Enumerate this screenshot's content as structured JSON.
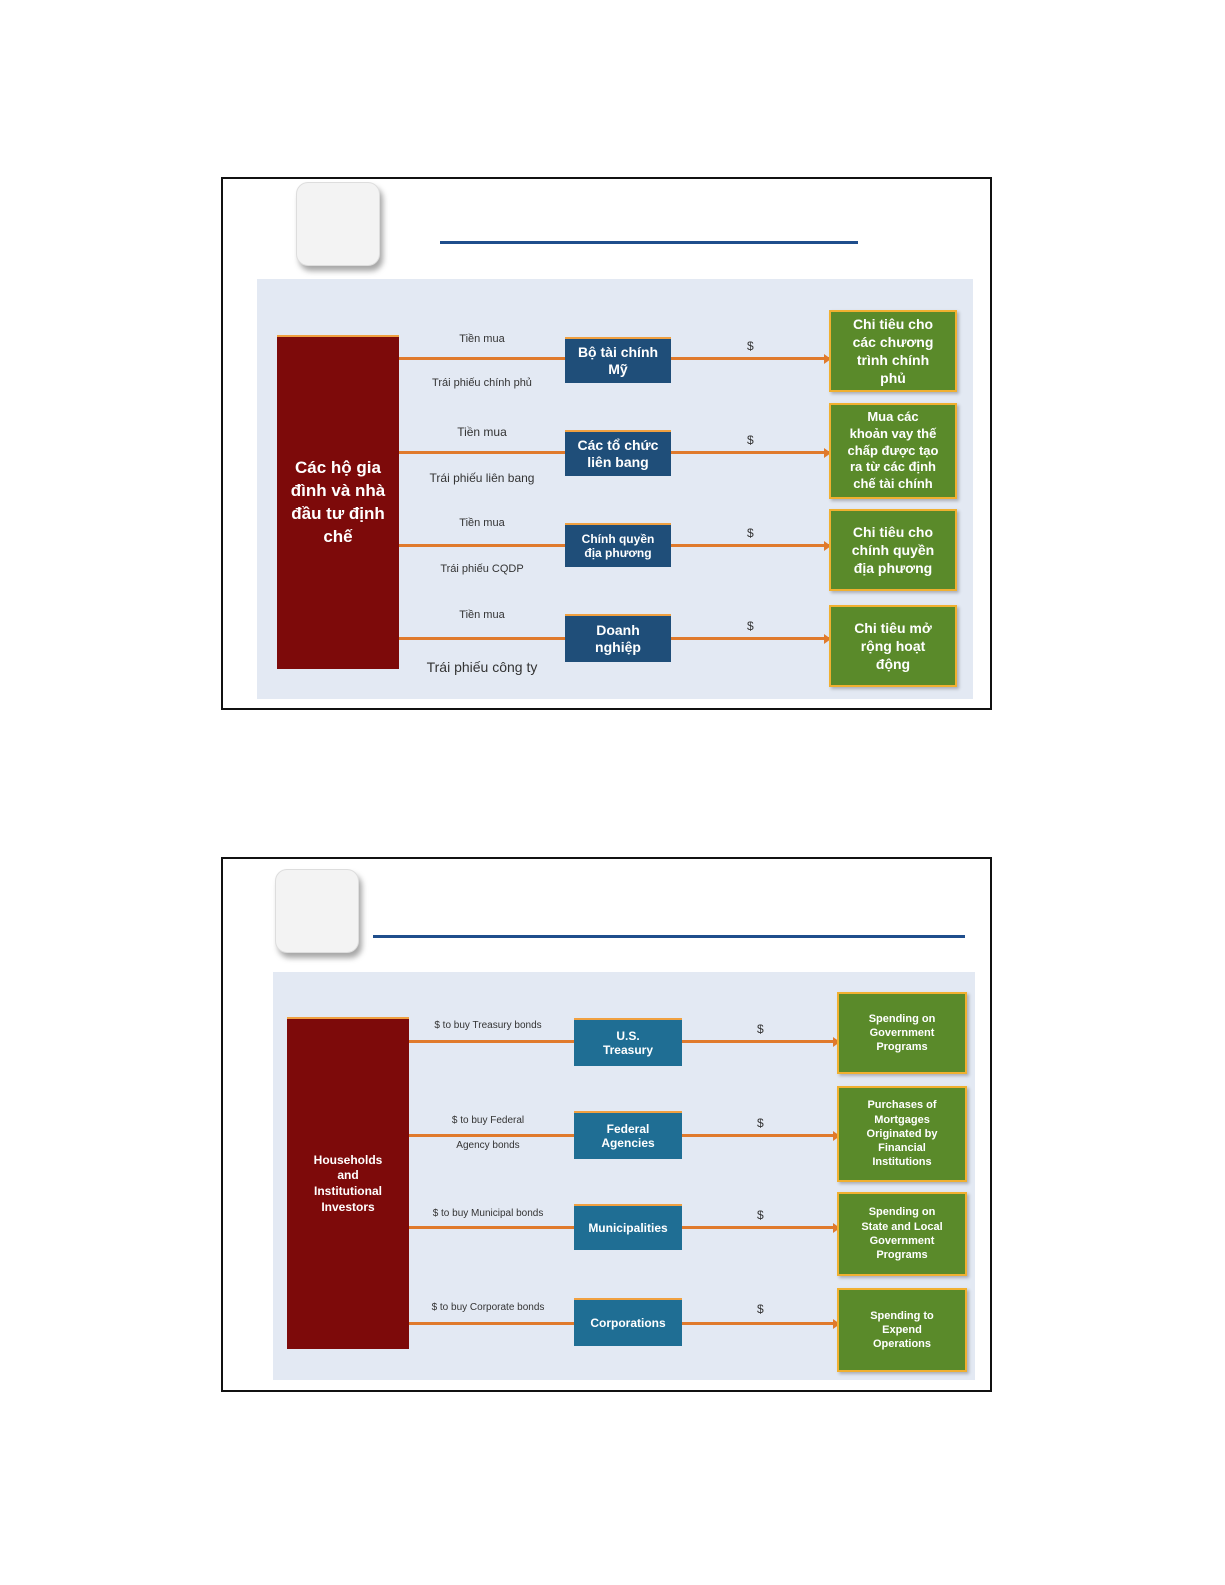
{
  "slide1": {
    "source_label": "Các hộ gia\nđình và nhà\nđầu tư định\nchế",
    "rows": [
      {
        "top_label": "Tiền mua",
        "bottom_label": "Trái phiếu chính phủ",
        "issuer": "Bộ tài chính\nMỹ",
        "dollar": "$",
        "use": "Chi tiêu cho\ncác chương\ntrình chính\nphủ"
      },
      {
        "top_label": "Tiền mua",
        "bottom_label": "Trái phiếu liên bang",
        "issuer": "Các tổ chức\nliên bang",
        "dollar": "$",
        "use": "Mua các\nkhoản vay thế\nchấp được tạo\nra từ các định\nchế tài chính"
      },
      {
        "top_label": "Tiền mua",
        "bottom_label": "Trái phiếu CQDP",
        "issuer": "Chính quyền\nđịa phương",
        "dollar": "$",
        "use": "Chi tiêu cho\nchính quyền\nđịa phương"
      },
      {
        "top_label": "Tiền mua",
        "bottom_label": "Trái phiếu công ty",
        "issuer": "Doanh\nnghiệp",
        "dollar": "$",
        "use": "Chi tiêu mở\nrộng hoạt\nđộng"
      }
    ]
  },
  "slide2": {
    "source_label": "Households\nand\nInstitutional\nInvestors",
    "rows": [
      {
        "top_label": "$ to buy Treasury bonds",
        "bottom_label": "",
        "issuer": "U.S.\nTreasury",
        "dollar": "$",
        "use": "Spending on\nGovernment\nPrograms"
      },
      {
        "top_label": "$ to buy Federal",
        "bottom_label": "Agency bonds",
        "issuer": "Federal\nAgencies",
        "dollar": "$",
        "use": "Purchases of\nMortgages\nOriginated by\nFinancial\nInstitutions"
      },
      {
        "top_label": "$ to buy Municipal bonds",
        "bottom_label": "",
        "issuer": "Municipalities",
        "dollar": "$",
        "use": "Spending on\nState and Local\nGovernment\nPrograms"
      },
      {
        "top_label": "$ to buy Corporate bonds",
        "bottom_label": "",
        "issuer": "Corporations",
        "dollar": "$",
        "use": "Spending to\nExpend\nOperations"
      }
    ]
  },
  "colors": {
    "source_fill": "#7d0a0a",
    "issuer_fill_vn": "#1f4e79",
    "issuer_fill_en": "#1f6e94",
    "destination_fill": "#5a8a2a",
    "flow_line": "#e07a2c",
    "title_rule": "#1f4e8c"
  }
}
